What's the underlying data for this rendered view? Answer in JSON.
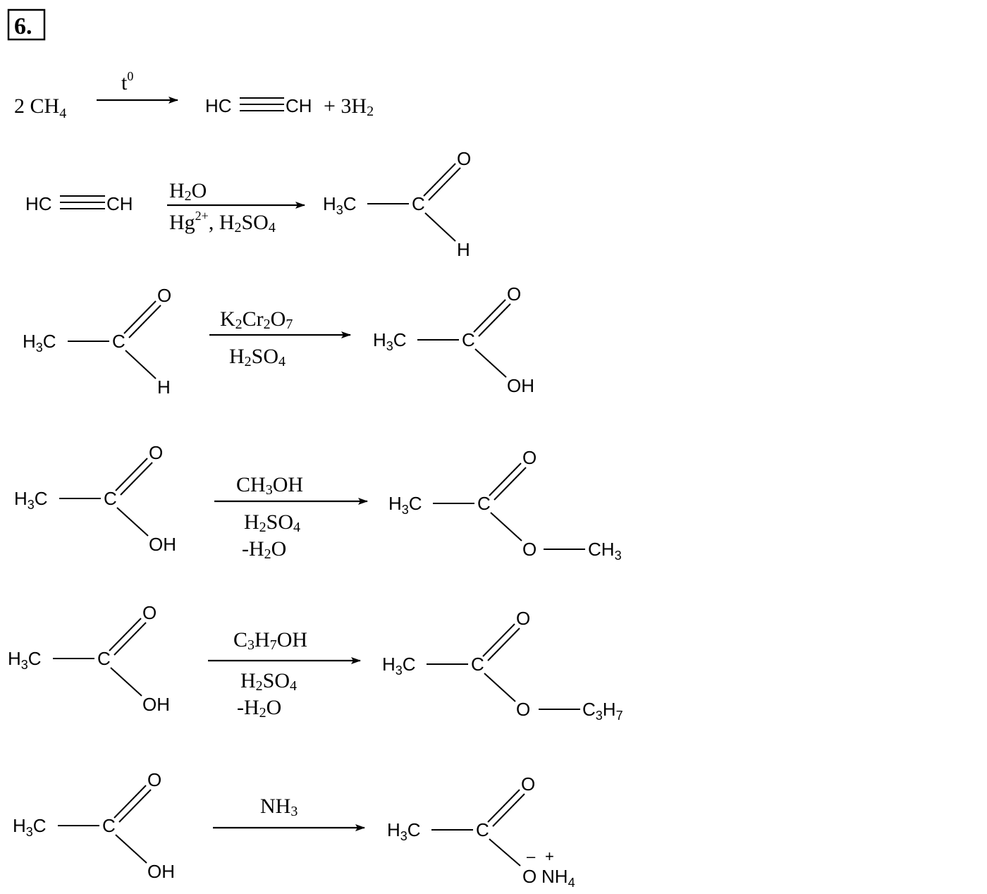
{
  "problem_number": "6.",
  "reactions": [
    {
      "reactant_parts": [
        "2 CH",
        "4"
      ],
      "condition_above": [
        "t",
        "0"
      ],
      "product_left": "HC",
      "product_right": "CH",
      "product_extra": [
        "+ 3H",
        "2"
      ]
    },
    {
      "reactant_left": "HC",
      "reactant_right": "CH",
      "cond_above": [
        "H",
        "2",
        "O"
      ],
      "cond_below": [
        "Hg",
        "2+",
        ", H",
        "2",
        "SO",
        "4"
      ],
      "product": {
        "methyl": "H3C",
        "carbon": "C",
        "top": "O",
        "bottom": "H"
      }
    },
    {
      "reactant": {
        "methyl": "H3C",
        "carbon": "C",
        "top": "O",
        "bottom": "H"
      },
      "cond_above": [
        "K",
        "2",
        "Cr",
        "2",
        "O",
        "7"
      ],
      "cond_below": [
        "H",
        "2",
        "SO",
        "4"
      ],
      "product": {
        "methyl": "H3C",
        "carbon": "C",
        "top": "O",
        "bottom": "OH"
      }
    },
    {
      "reactant": {
        "methyl": "H3C",
        "carbon": "C",
        "top": "O",
        "bottom": "OH"
      },
      "cond_above": [
        "CH",
        "3",
        "OH"
      ],
      "cond_below_1": [
        "H",
        "2",
        "SO",
        "4"
      ],
      "cond_below_2": [
        "-H",
        "2",
        "O"
      ],
      "product": {
        "methyl": "H3C",
        "carbon": "C",
        "top": "O",
        "ester_o": "O",
        "ester_r": "CH3"
      }
    },
    {
      "reactant": {
        "methyl": "H3C",
        "carbon": "C",
        "top": "O",
        "bottom": "OH"
      },
      "cond_above": [
        "C",
        "3",
        "H",
        "7",
        "OH"
      ],
      "cond_below_1": [
        "H",
        "2",
        "SO",
        "4"
      ],
      "cond_below_2": [
        "-H",
        "2",
        "O"
      ],
      "product": {
        "methyl": "H3C",
        "carbon": "C",
        "top": "O",
        "ester_o": "O",
        "ester_r": "C3H7"
      }
    },
    {
      "reactant": {
        "methyl": "H3C",
        "carbon": "C",
        "top": "O",
        "bottom": "OH"
      },
      "cond_above": [
        "NH",
        "3"
      ],
      "product": {
        "methyl": "H3C",
        "carbon": "C",
        "top": "O",
        "bottom_o": "O",
        "charge_minus": "–",
        "charge_plus": "+",
        "cation": "NH4"
      }
    }
  ]
}
